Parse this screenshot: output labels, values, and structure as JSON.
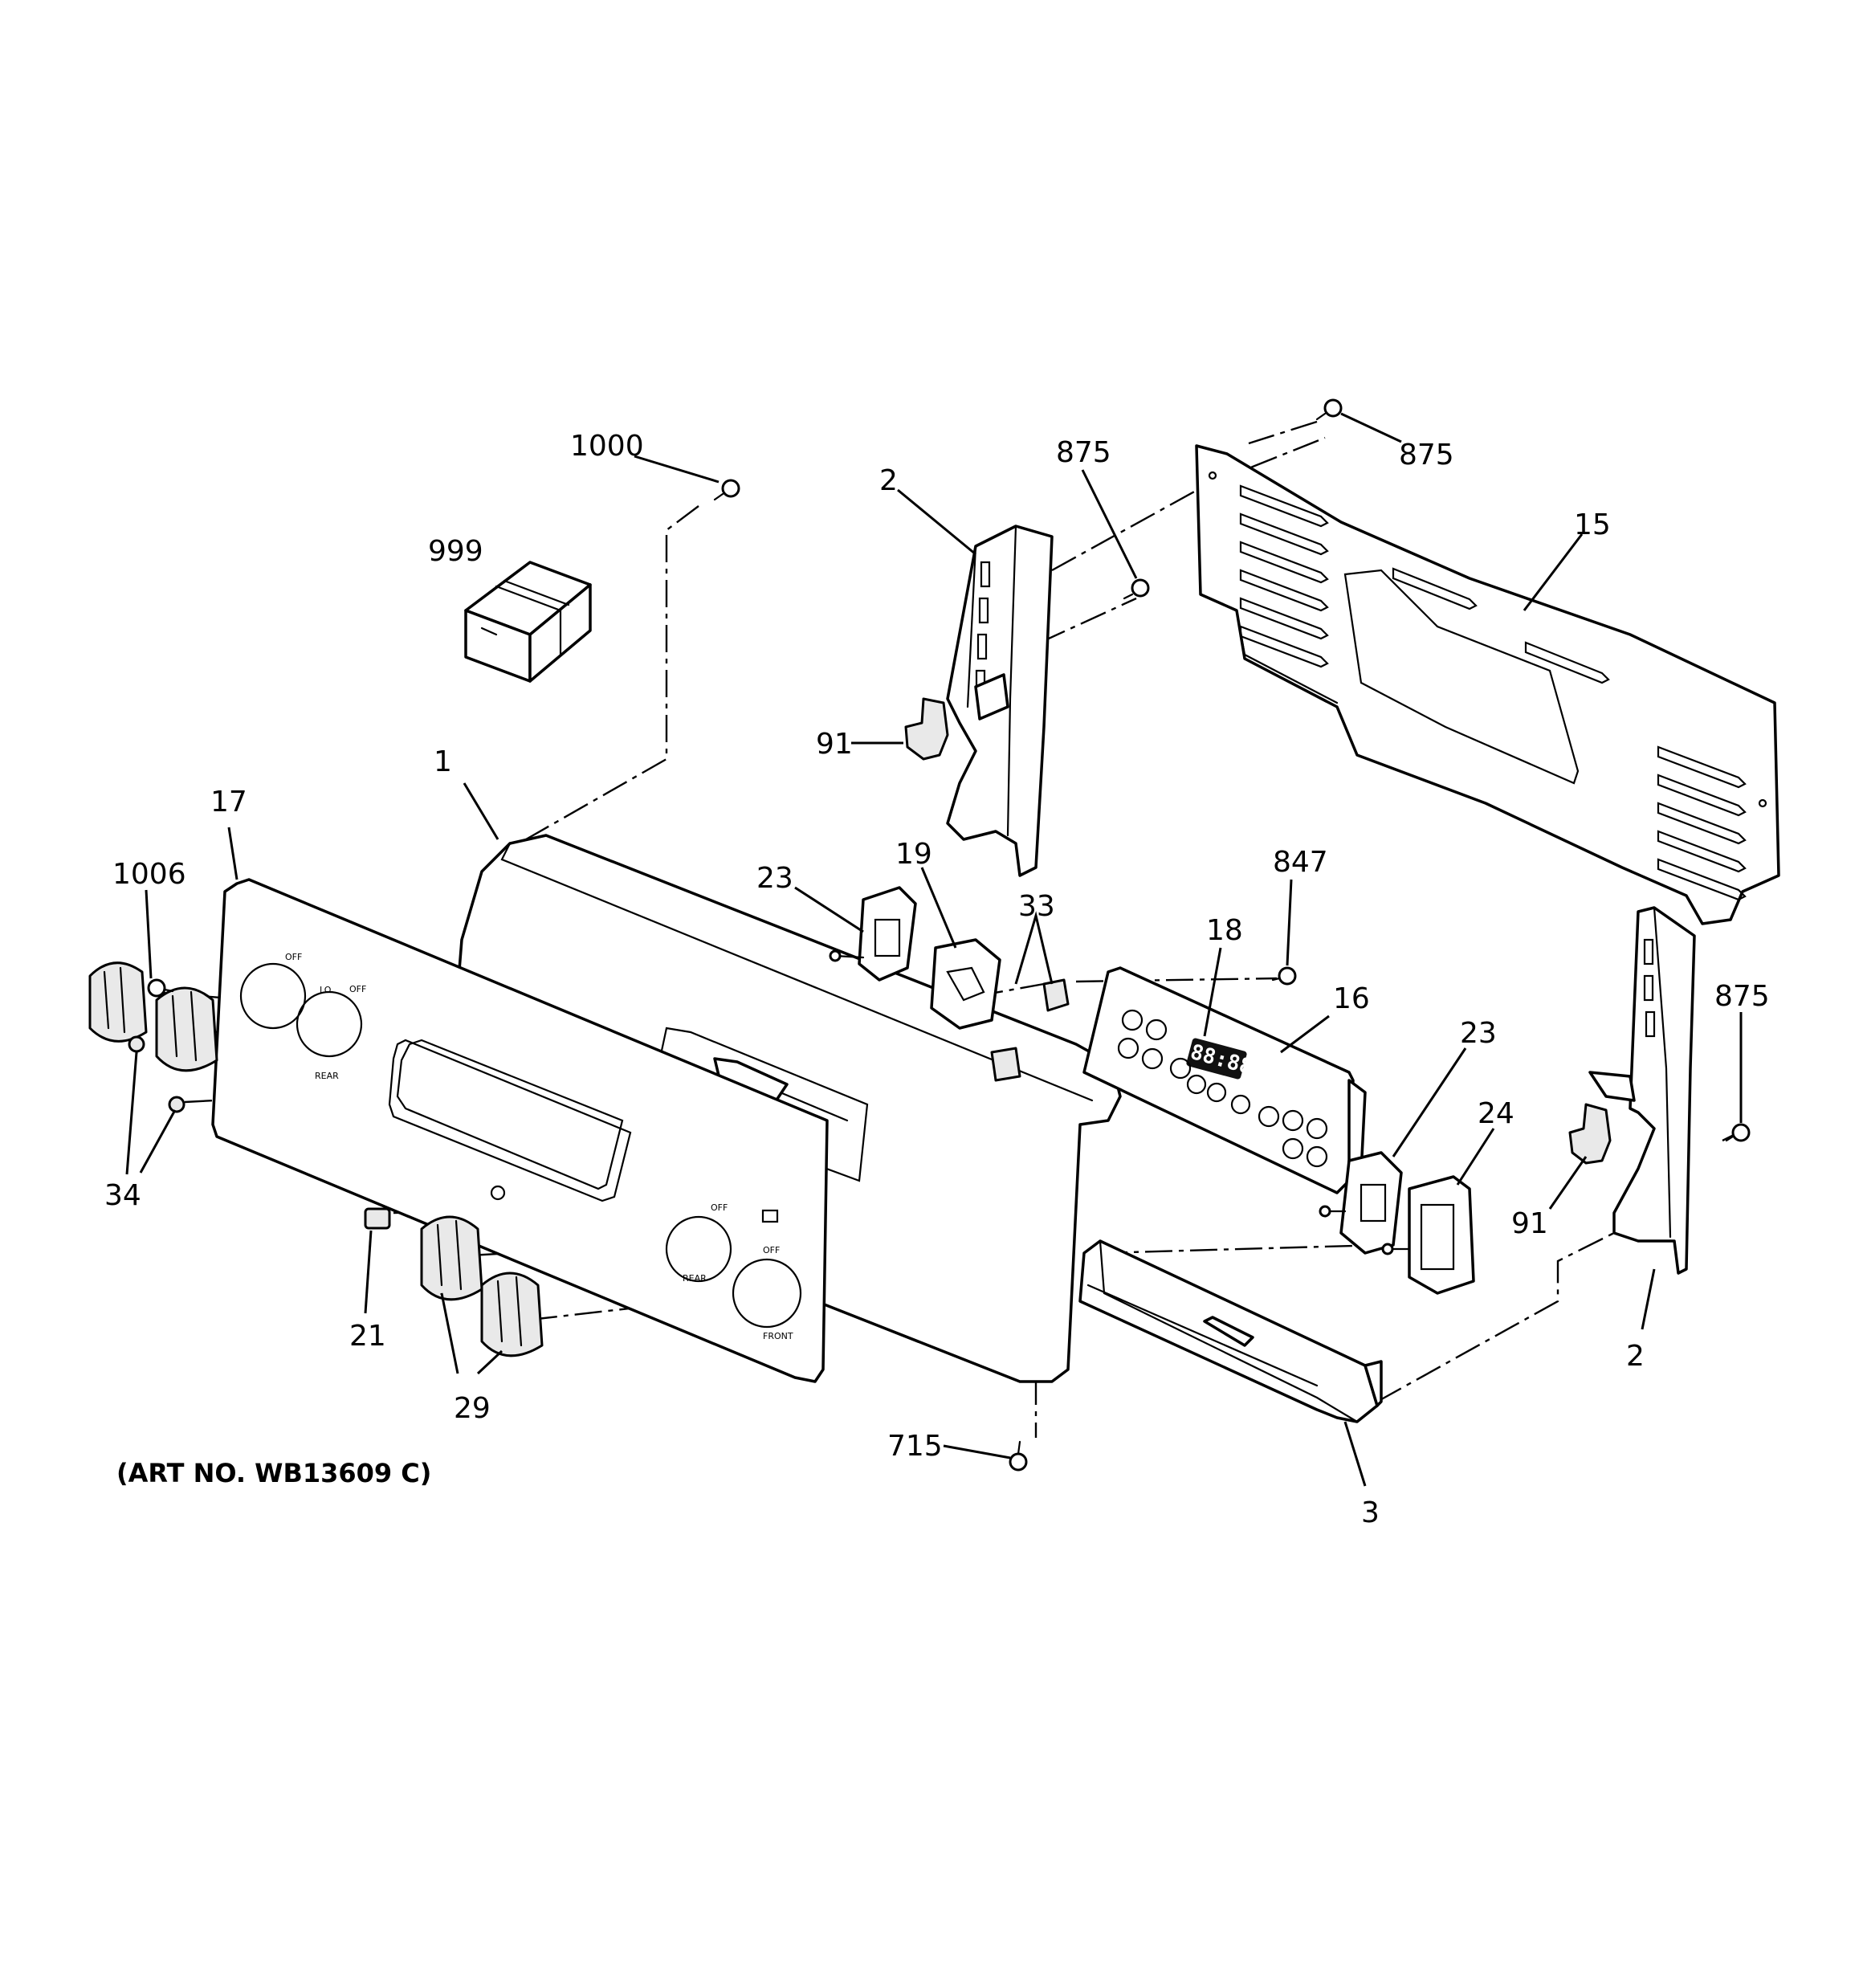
{
  "art_number": "(ART NO. WB13609 C)",
  "callouts": {
    "c1000": "1000",
    "c999": "999",
    "c2_top": "2",
    "c875_a": "875",
    "c875_b": "875",
    "c15": "15",
    "c91_top": "91",
    "c1": "1",
    "c17": "17",
    "c1006": "1006",
    "c23_a": "23",
    "c19": "19",
    "c33": "33",
    "c847": "847",
    "c18": "18",
    "c16": "16",
    "c23_b": "23",
    "c24": "24",
    "c875_c": "875",
    "c91_right": "91",
    "c34": "34",
    "c21": "21",
    "c29": "29",
    "c715": "715",
    "c3": "3",
    "c2_right": "2"
  },
  "control_display": "88:88",
  "icons": [
    "screw-icon",
    "knob-icon",
    "switch-icon",
    "bracket-icon"
  ]
}
